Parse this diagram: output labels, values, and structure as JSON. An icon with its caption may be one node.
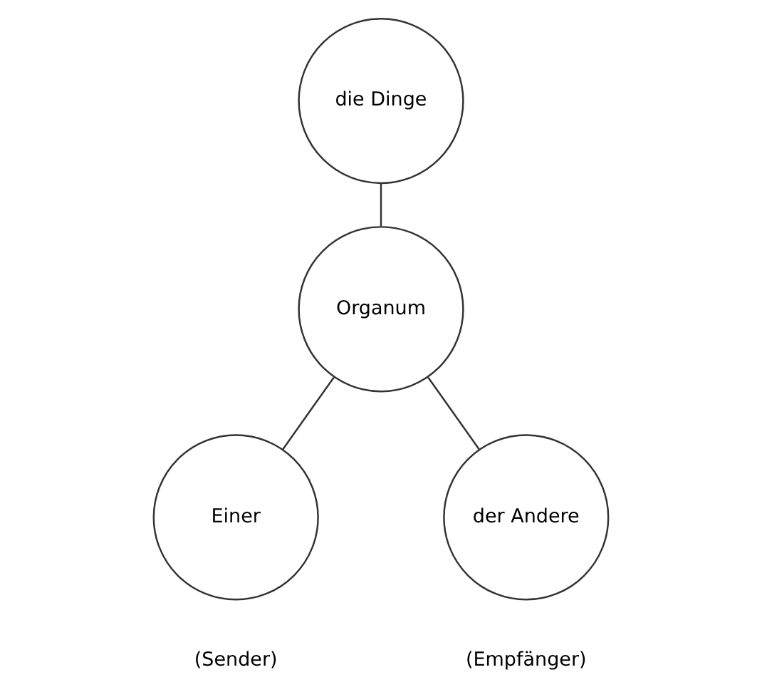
{
  "diagram": {
    "nodes": [
      {
        "text": [
          "die Dinge"
        ]
      },
      {
        "text": [
          "Organum"
        ]
      },
      {
        "text": [
          "Einer"
        ],
        "beside": [
          "(Sender)"
        ]
      },
      {
        "text": [
          "der Andere"
        ],
        "beside": [
          "(Empfänger)"
        ]
      }
    ],
    "edges": [
      {
        "from": 0,
        "to": 1,
        "arrow": "none"
      },
      {
        "from": 1,
        "to": 2,
        "arrow": "none"
      },
      {
        "from": 1,
        "to": 3,
        "arrow": "none"
      }
    ]
  }
}
